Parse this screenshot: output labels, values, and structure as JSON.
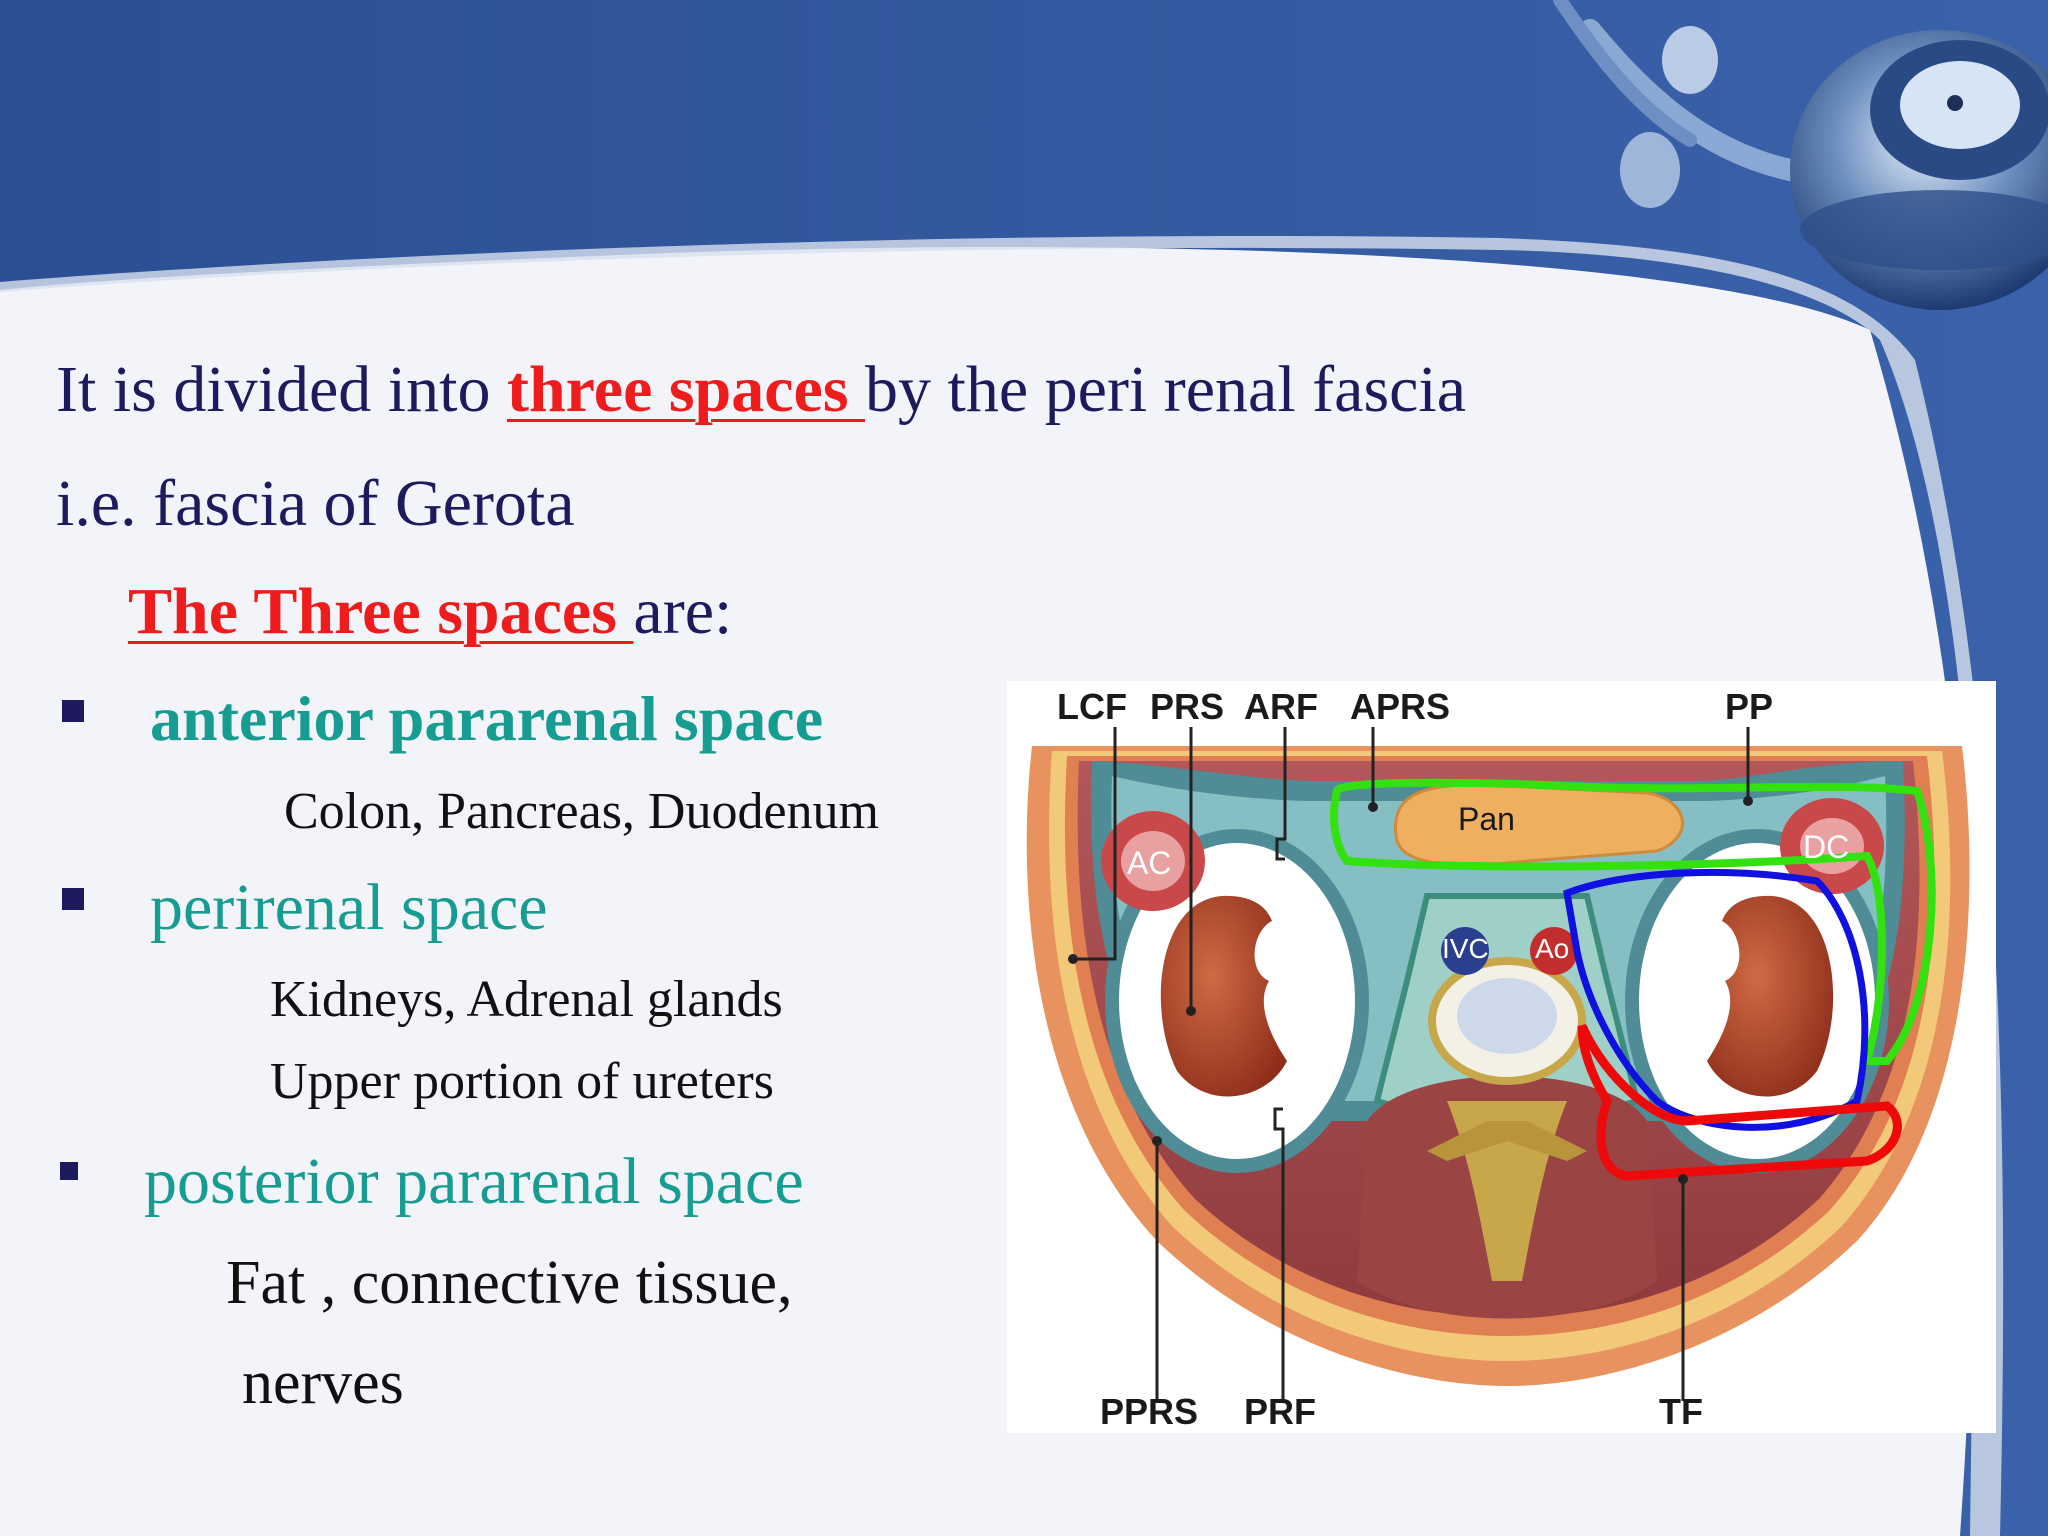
{
  "slide": {
    "line1_pre": "It is divided into ",
    "line1_highlight": "three spaces ",
    "line1_post": "by the peri renal fascia",
    "line2": "i.e. fascia of Gerota",
    "line3_highlight": "The Three spaces ",
    "line3_post": "are:",
    "spaces": [
      {
        "title": "anterior pararenal space",
        "details": [
          "Colon, Pancreas, Duodenum"
        ]
      },
      {
        "title": "perirenal space",
        "details": [
          "Kidneys, Adrenal glands",
          "Upper portion of ureters"
        ]
      },
      {
        "title": "posterior pararenal space",
        "details": [
          "Fat , connective tissue,",
          "nerves"
        ]
      }
    ]
  },
  "diagram": {
    "top_labels": [
      "LCF",
      "PRS",
      "ARF",
      "APRS",
      "PP"
    ],
    "bottom_labels": [
      "PPRS",
      "PRF",
      "TF"
    ],
    "organ_labels": [
      "Pan",
      "AC",
      "DC",
      "IVC",
      "Ao"
    ]
  },
  "colors": {
    "header_blue": "#2f5597",
    "text_navy": "#1d1a5e",
    "emphasis_red": "#ee1c1c",
    "teal": "#169c91",
    "outline_green": "#33e010",
    "outline_blue": "#1010e0",
    "outline_red": "#ee0a0a"
  }
}
